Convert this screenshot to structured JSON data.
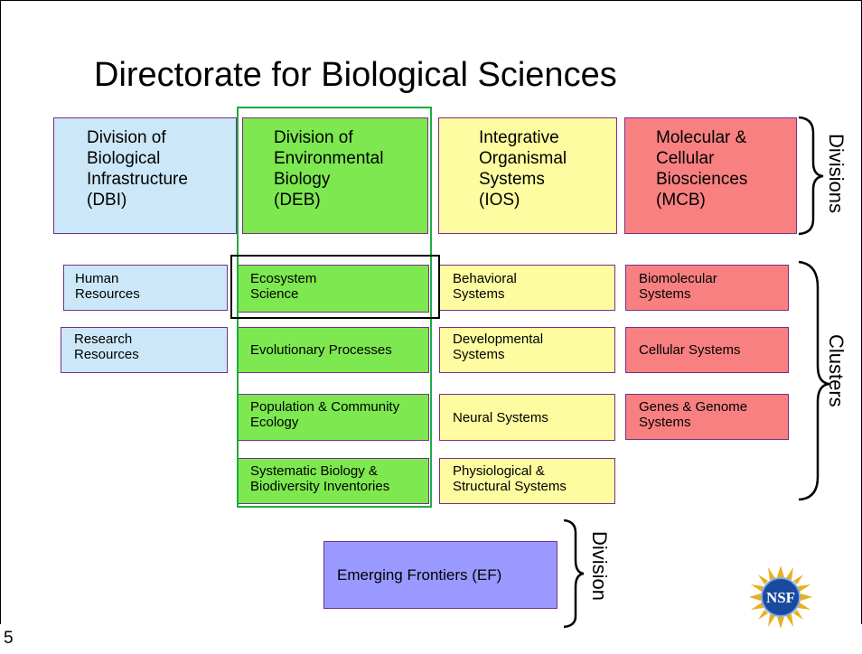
{
  "title": "Directorate for Biological Sciences",
  "divisions": {
    "dbi": "Division of\nBiological\nInfrastructure\n(DBI)",
    "deb": "Division of\nEnvironmental\nBiology\n(DEB)",
    "ios": "Integrative\nOrganismal\nSystems\n(IOS)",
    "mcb": "Molecular &\nCellular\nBiosciences\n(MCB)"
  },
  "clusters": {
    "dbi": [
      "Human\nResources",
      "Research\nResources"
    ],
    "deb": [
      "Ecosystem\nScience",
      "Evolutionary Processes",
      "Population & Community\nEcology",
      "Systematic Biology &\nBiodiversity Inventories"
    ],
    "ios": [
      "Behavioral\nSystems",
      "Developmental\nSystems",
      "Neural Systems",
      "Physiological &\nStructural Systems"
    ],
    "mcb": [
      "Biomolecular\nSystems",
      "Cellular Systems",
      "Genes & Genome\nSystems"
    ]
  },
  "ef": "Emerging Frontiers (EF)",
  "brace_labels": {
    "divisions": "Divisions",
    "clusters": "Clusters",
    "division": "Division"
  },
  "logo": {
    "text": "NSF"
  },
  "page_number": "5",
  "colors": {
    "dbi": "#cce8f8",
    "deb": "#7de84f",
    "ios": "#fdfca0",
    "mcb": "#f88080",
    "ef": "#9999ff",
    "highlight_column": "#22aa44"
  }
}
